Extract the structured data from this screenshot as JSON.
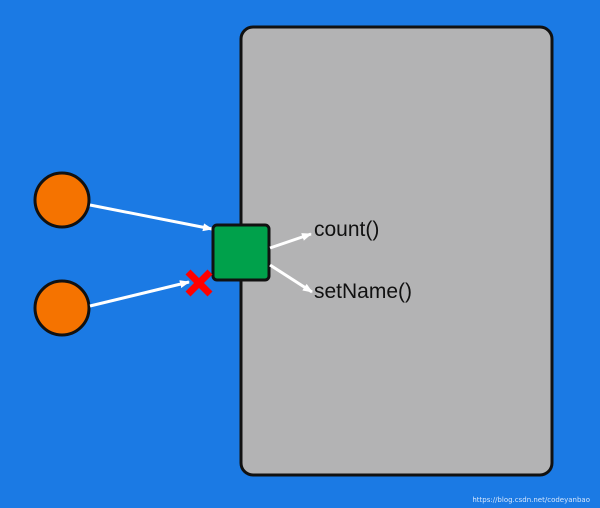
{
  "diagram": {
    "background_color": "#1b7ae4",
    "panel_color": "#b3b3b4",
    "outline_color": "#111111",
    "client_color": "#f57300",
    "interface_color": "#00a14b",
    "blocked_color": "#ff0000",
    "arrow_color": "#ffffff",
    "methods": [
      {
        "label": "count()"
      },
      {
        "label": "setName()"
      }
    ],
    "watermark": "https://blog.csdn.net/codeyanbao"
  }
}
